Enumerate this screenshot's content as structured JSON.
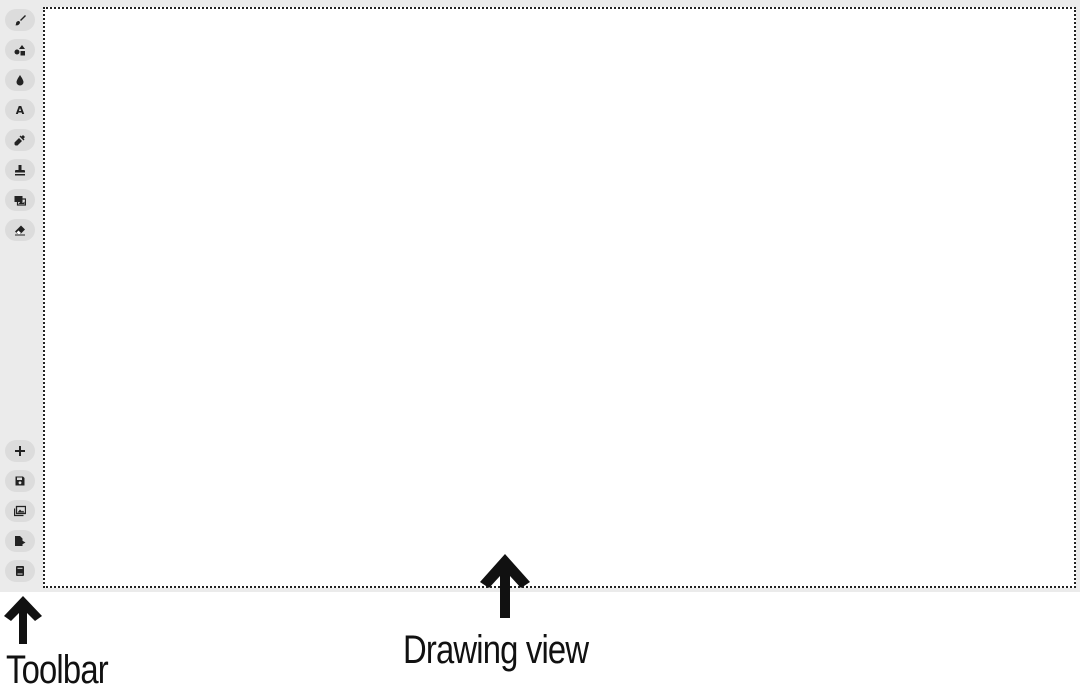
{
  "toolbar": {
    "top_tools": [
      {
        "icon": "brush-icon"
      },
      {
        "icon": "shapes-icon"
      },
      {
        "icon": "fill-drop-icon"
      },
      {
        "icon": "text-icon",
        "glyph": "A"
      },
      {
        "icon": "eyedropper-icon"
      },
      {
        "icon": "stamp-icon"
      },
      {
        "icon": "image-select-icon"
      },
      {
        "icon": "eraser-icon"
      }
    ],
    "bottom_tools": [
      {
        "icon": "plus-icon"
      },
      {
        "icon": "save-icon"
      },
      {
        "icon": "gallery-icon"
      },
      {
        "icon": "export-icon"
      },
      {
        "icon": "book-icon"
      }
    ]
  },
  "annotations": {
    "toolbar_label": "Toolbar",
    "drawing_view_label": "Drawing view"
  },
  "colors": {
    "app_background": "#ebebeb",
    "button_background": "#dcdcdc",
    "canvas_background": "#ffffff",
    "icon": "#222222"
  }
}
